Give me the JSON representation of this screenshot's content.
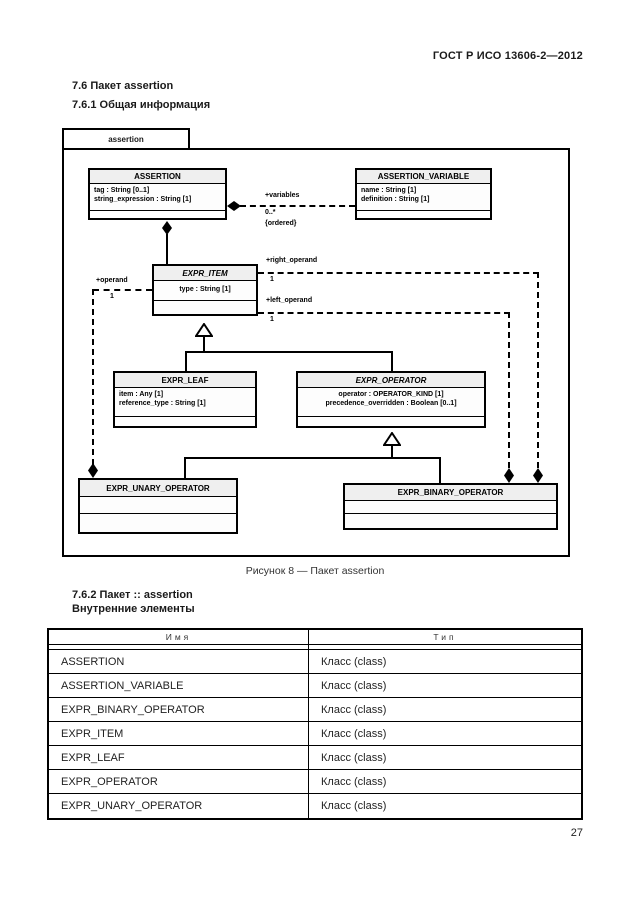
{
  "header": {
    "doc_code": "ГОСТ Р ИСО 13606-2—2012",
    "page_number": "27"
  },
  "section_761": {
    "title": "7.6 Пакет assertion",
    "subtitle": "7.6.1 Общая информация"
  },
  "section_762": {
    "title": "7.6.2 Пакет :: assertion",
    "subtitle": "Внутренние элементы"
  },
  "figure": {
    "package_tab": "assertion",
    "caption": "Рисунок 8 — Пакет assertion",
    "classes": {
      "assertion": {
        "name": "ASSERTION",
        "attrs": [
          "tag : String [0..1]",
          "string_expression : String [1]"
        ]
      },
      "assertion_variable": {
        "name": "ASSERTION_VARIABLE",
        "attrs": [
          "name : String [1]",
          "definition : String [1]"
        ]
      },
      "expr_item": {
        "name": "EXPR_ITEM",
        "attrs": [
          "type : String [1]"
        ]
      },
      "expr_leaf": {
        "name": "EXPR_LEAF",
        "attrs": [
          "item : Any [1]",
          "reference_type : String [1]"
        ]
      },
      "expr_operator": {
        "name": "EXPR_OPERATOR",
        "attrs": [
          "operator : OPERATOR_KIND [1]",
          "precedence_overridden : Boolean [0..1]"
        ]
      },
      "expr_unary_operator": {
        "name": "EXPR_UNARY_OPERATOR"
      },
      "expr_binary_operator": {
        "name": "EXPR_BINARY_OPERATOR"
      }
    },
    "labels": {
      "variables_role": "+variables",
      "variables_mult": "0..*",
      "variables_constraint": "{ordered}",
      "right_operand_role": "+right_operand",
      "right_operand_mult": "1",
      "left_operand_role": "+left_operand",
      "left_operand_mult": "1",
      "operand_role": "+operand",
      "operand_mult": "1"
    }
  },
  "table": {
    "headers": {
      "name": "Имя",
      "type": "Тип"
    },
    "type_value": "Класс (class)",
    "rows": [
      {
        "name": "ASSERTION",
        "type": "Класс (class)"
      },
      {
        "name": "ASSERTION_VARIABLE",
        "type": "Класс (class)"
      },
      {
        "name": "EXPR_BINARY_OPERATOR",
        "type": "Класс (class)"
      },
      {
        "name": "EXPR_ITEM",
        "type": "Класс (class)"
      },
      {
        "name": "EXPR_LEAF",
        "type": "Класс (class)"
      },
      {
        "name": "EXPR_OPERATOR",
        "type": "Класс (class)"
      },
      {
        "name": "EXPR_UNARY_OPERATOR",
        "type": "Класс (class)"
      }
    ]
  }
}
